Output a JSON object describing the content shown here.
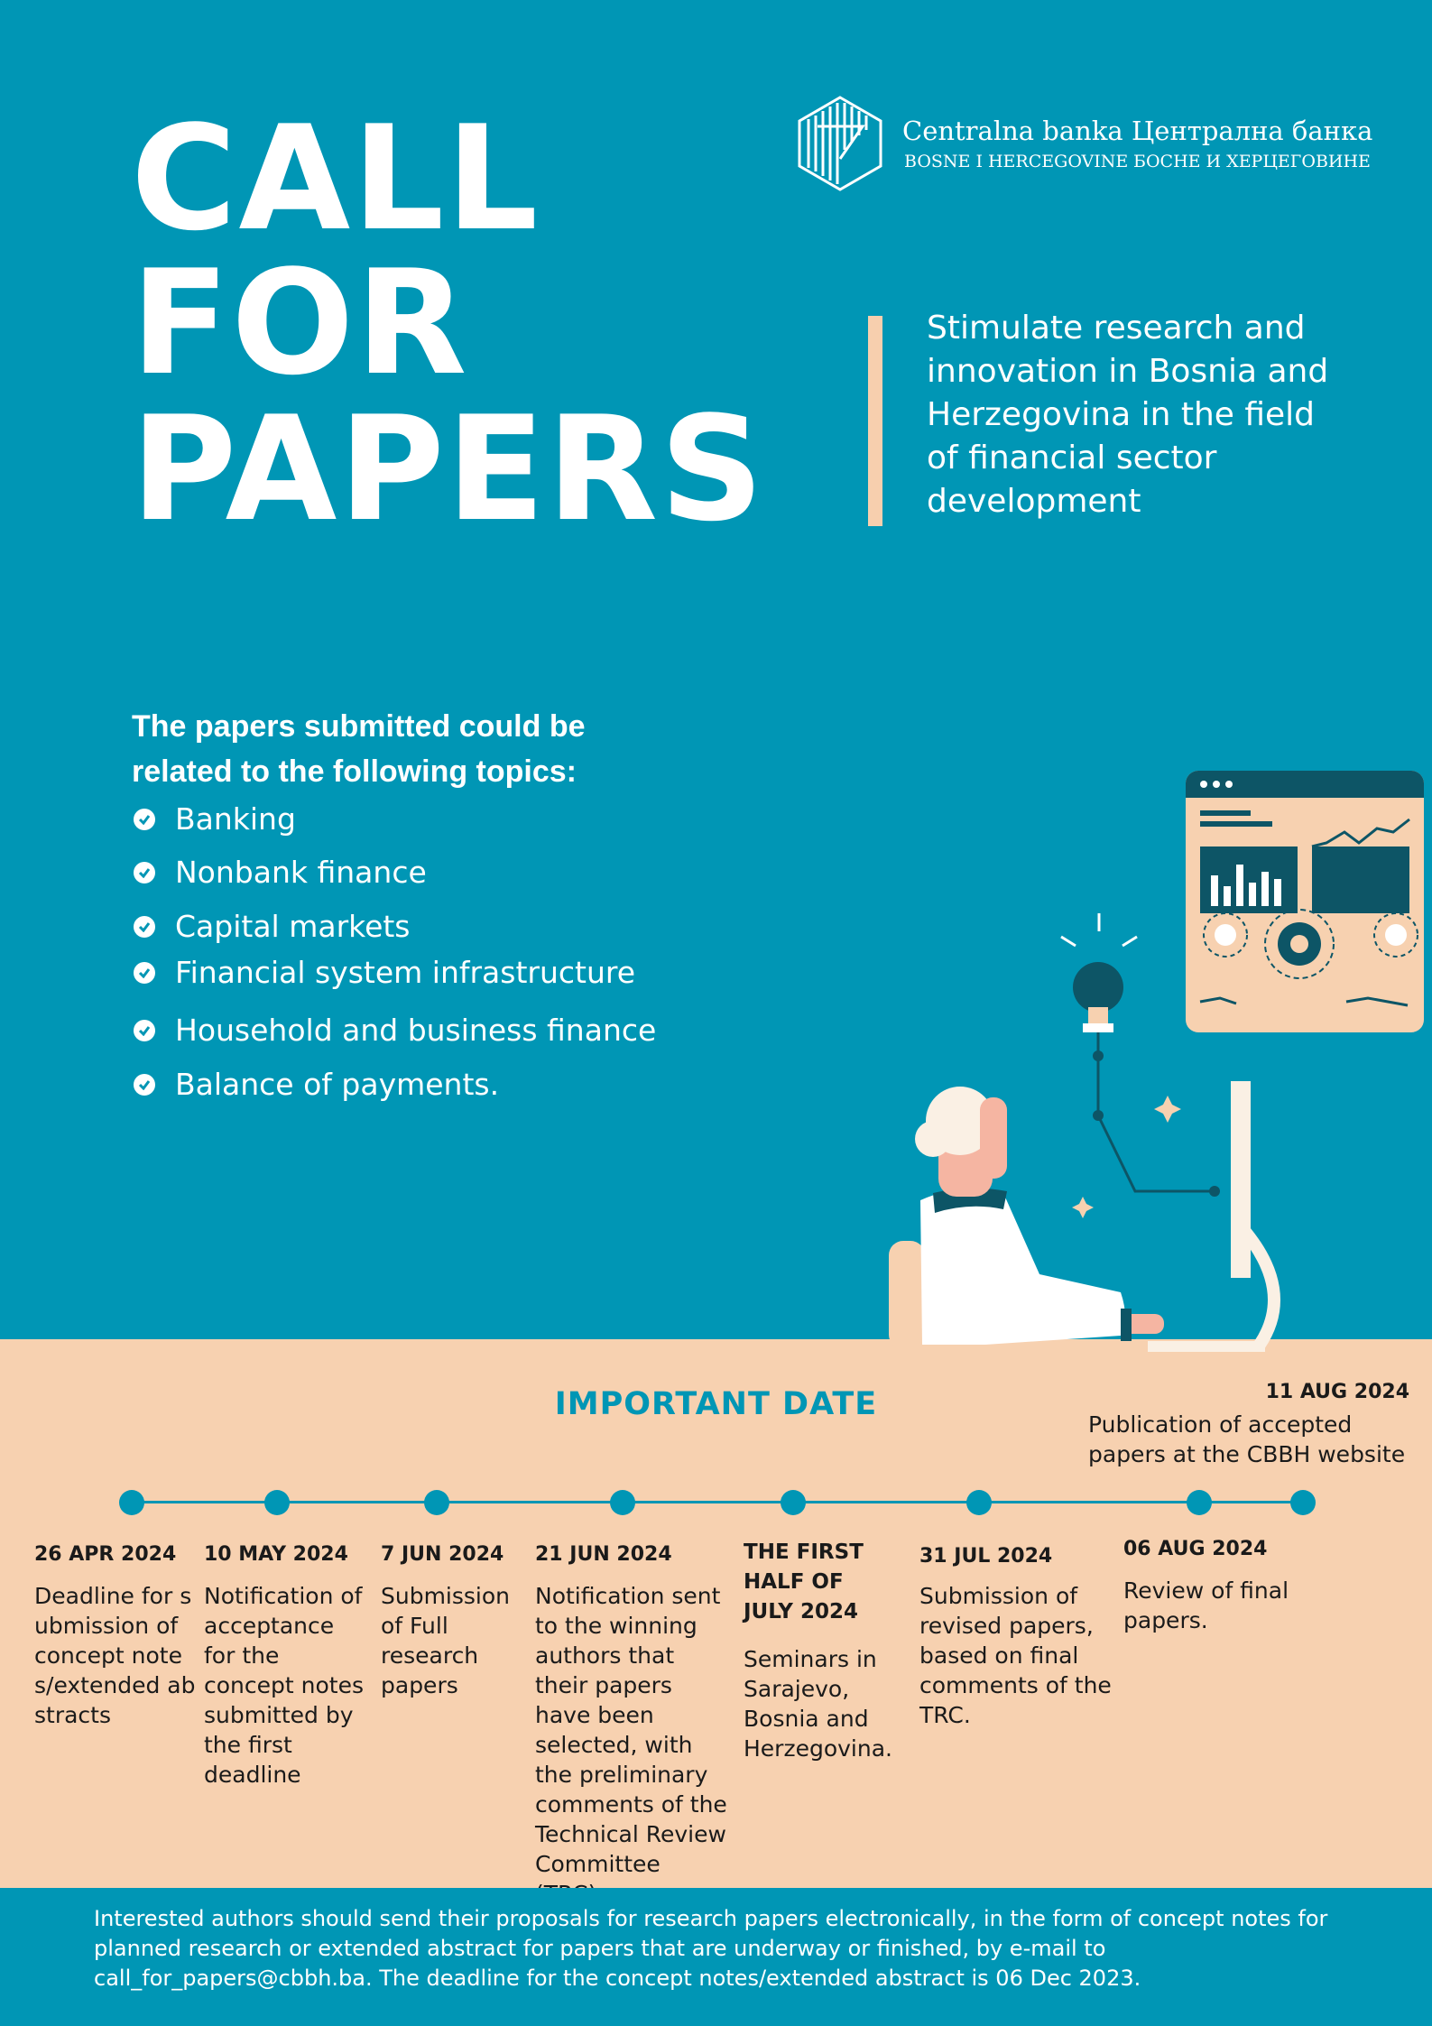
{
  "header": {
    "title_lines": [
      "CALL",
      "FOR",
      "PAPERS"
    ],
    "logo": {
      "name_latin": "Centralna banka",
      "sub_latin": "BOSNE I HERCEGOVINE",
      "name_cyrillic": "Централна банка",
      "sub_cyrillic": "БОСНЕ И ХЕРЦЕГОВИНЕ"
    },
    "tagline": "Stimulate research and innovation in Bosnia and Herzegovina in the field of financial sector development"
  },
  "topics": {
    "heading": "The papers submitted could be related to the following topics:",
    "items": [
      "Banking",
      "Nonbank finance",
      "Capital markets",
      "Financial system infrastructure",
      "Household and business finance",
      "Balance of payments."
    ]
  },
  "timeline": {
    "title": "IMPORTANT DATE",
    "milestones": [
      {
        "date": "26 APR 2024",
        "description": "Deadline for submission of concept notes/extended abstracts"
      },
      {
        "date": "10 MAY 2024",
        "description": "Notification of acceptance for the concept notes submitted by the first deadline"
      },
      {
        "date": "7 JUN 2024",
        "description": "Submission of Full research papers"
      },
      {
        "date": "21 JUN 2024",
        "description": "Notification sent to the winning authors that their papers have been selected, with the preliminary comments of the Technical Review Committee (TRC)."
      },
      {
        "date": "THE FIRST HALF OF JULY 2024",
        "description": "Seminars in Sarajevo, Bosnia and Herzegovina."
      },
      {
        "date": "31 JUL 2024",
        "description": "Submission of revised papers, based on final comments of the TRC."
      },
      {
        "date": "06 AUG 2024",
        "description": "Review of final papers."
      },
      {
        "date": "11 AUG 2024",
        "description": "Publication of accepted papers at the CBBH website"
      }
    ]
  },
  "footer": {
    "text": "Interested authors should send their proposals for research papers electronically, in the form of concept notes for planned research or extended abstract for papers that are underway or finished, by e-mail to call_for_papers@cbbh.ba. The deadline for the concept notes/extended abstract is 06 Dec 2023."
  },
  "colors": {
    "teal": "#0096b5",
    "peach": "#f7d1b0",
    "dark_teal": "#0d5566",
    "white": "#ffffff"
  }
}
